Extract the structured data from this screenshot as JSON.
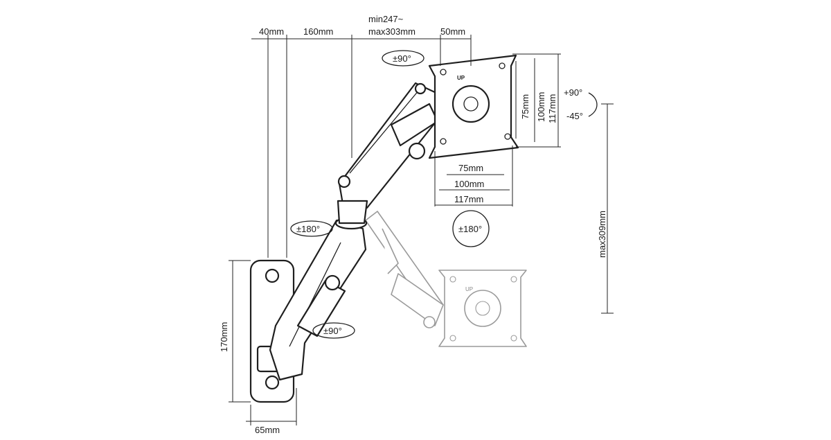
{
  "labels": {
    "top_40": "40mm",
    "top_160": "160mm",
    "top_min": "min247~",
    "top_max": "max303mm",
    "top_50": "50mm",
    "rot_top": "±90°",
    "vesa_75_v": "75mm",
    "vesa_100_v": "100mm",
    "vesa_117_v": "117mm",
    "tilt_up": "+90°",
    "tilt_down": "-45°",
    "vesa_75_h": "75mm",
    "vesa_100_h": "100mm",
    "vesa_117_h": "117mm",
    "rot_180_panel": "±180°",
    "height_309": "max309mm",
    "rot_180_arm": "±180°",
    "rot_90_base": "±90°",
    "height_170": "170mm",
    "width_65": "65mm",
    "up_mark": "UP",
    "up_mark_ghost": "UP"
  },
  "colors": {
    "line": "#1f1f1f",
    "ghost": "#9a9a9a"
  }
}
